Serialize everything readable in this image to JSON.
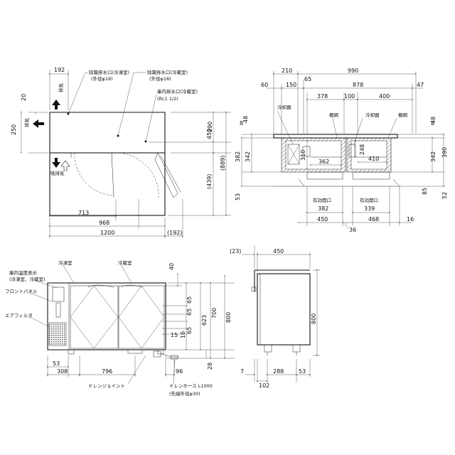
{
  "labels": {
    "exhaust_top": "排気",
    "exhaust_side": "排気",
    "intake": "吸排気",
    "drain_freezer": "除霜排水口(冷凍室)",
    "drain_freezer_dia": "(外径φ18)",
    "drain_fridge": "除霜排水口(冷蔵室)",
    "drain_fridge_dia": "(外径φ18)",
    "inner_drain": "庫内排水口(冷蔵室)",
    "inner_drain_rc": "(Rc1 1/2)",
    "cooler_left": "冷却器",
    "cooler_right": "冷却器",
    "shelf_left": "棚網",
    "shelf_right": "棚網",
    "opening_left": "有効開口",
    "opening_right": "有効開口",
    "freezer_room": "冷凍室",
    "fridge_room": "冷蔵室",
    "temp_display_1": "庫内温度表示",
    "temp_display_2": "(冷凍室、冷蔵室)",
    "front_panel": "フロントパネル",
    "air_filter": "エアフィルタ",
    "drain_joint": "ドレンジョイント",
    "drain_hose": "ドレンホース L1000",
    "drain_hose_dia": "(先端外径φ30)"
  },
  "dims": {
    "top": {
      "d192": "192",
      "d20": "20",
      "d250": "250",
      "d290": "290",
      "d450": "450",
      "d889": "(889)",
      "d439": "(439)",
      "d713": "713",
      "d968": "968",
      "d1200": "1200",
      "d192b": "(192)"
    },
    "section": {
      "d210": "210",
      "d990": "990",
      "d60": "60",
      "d150": "150",
      "d65": "65",
      "d878": "878",
      "d47": "47",
      "d378": "378",
      "d100": "100",
      "d400": "400",
      "l8": "8",
      "l48": "48",
      "l342": "342",
      "l382": "382",
      "l53": "53",
      "d310": "310",
      "d362": "362",
      "d248": "248",
      "d410": "410",
      "r8": "8",
      "r48": "48",
      "r342": "342",
      "r390": "390",
      "r85": "85",
      "r52": "52",
      "d382": "382",
      "d339": "339",
      "d450": "450",
      "d468": "468",
      "d16": "16",
      "d36": "36"
    },
    "front": {
      "d40": "40",
      "d65a": "65",
      "d65b": "65",
      "d65c": "65",
      "d15": "15",
      "d16": "16",
      "d623": "623",
      "d700": "700",
      "d800": "800",
      "d28": "28",
      "d53": "53",
      "d308": "308",
      "d796": "796",
      "d96": "96"
    },
    "side": {
      "d23": "(23)",
      "d450": "450",
      "d800": "800",
      "d7": "7",
      "d288": "288",
      "d53": "53",
      "d102": "102"
    }
  },
  "colors": {
    "line": "#111111",
    "background": "#ffffff"
  }
}
